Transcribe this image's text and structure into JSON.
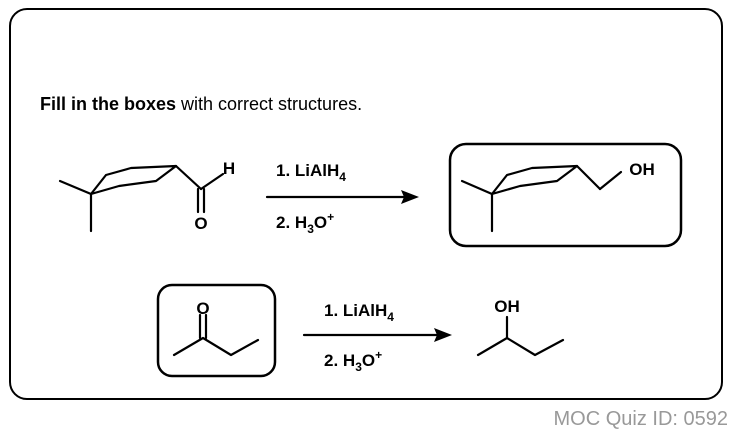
{
  "instruction": {
    "bold": "Fill in the boxes",
    "rest": " with correct structures."
  },
  "reaction1": {
    "step1": "1. LiAlH",
    "step1_sub": "4",
    "step2": "2. H",
    "step2_sub": "3",
    "step2_tail": "O",
    "step2_sup": "+",
    "aldehyde_h": "H",
    "carbonyl_o": "O",
    "product_oh": "OH"
  },
  "reaction2": {
    "step1": "1. LiAlH",
    "step1_sub": "4",
    "step2": "2. H",
    "step2_sub": "3",
    "step2_tail": "O",
    "step2_sup": "+",
    "ketone_o": "O",
    "product_oh": "OH"
  },
  "footer": "MOC Quiz ID: 0592"
}
